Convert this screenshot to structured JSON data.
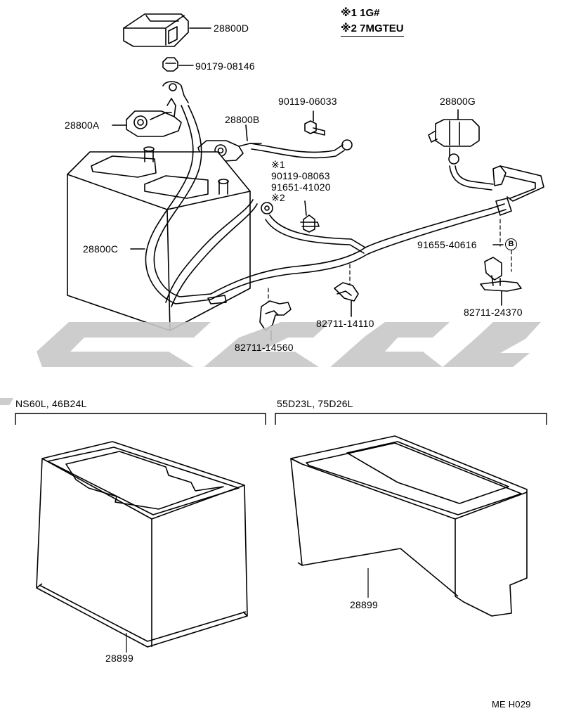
{
  "legend": [
    {
      "mark": "※1",
      "text": "1G#"
    },
    {
      "mark": "※2",
      "text": "7MGTEU"
    }
  ],
  "parts": {
    "p28800D": "28800D",
    "p90179": "90179-08146",
    "p28800A": "28800A",
    "p28800B": "28800B",
    "p90119_06033": "90119-06033",
    "p28800G": "28800G",
    "note1": "※1",
    "p90119_08063": "90119-08063",
    "p91651": "91651-41020",
    "note2": "※2",
    "p28800C": "28800C",
    "p91655": "91655-40616",
    "refB": "B",
    "p82711_24370": "82711-24370",
    "p82711_14110": "82711-14110",
    "p82711_14560": "82711-14560",
    "p28899_left": "28899",
    "p28899_right": "28899"
  },
  "variants": {
    "left_title": "NS60L, 46B24L",
    "right_title": "55D23L, 75D26L"
  },
  "code": "ME H029",
  "colors": {
    "line": "#000000",
    "watermark": "#c8c8c8"
  }
}
